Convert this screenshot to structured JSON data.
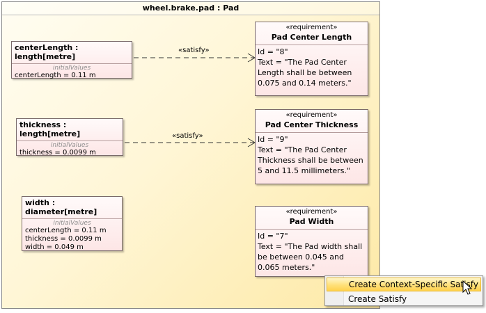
{
  "frame": {
    "title": "wheel.brake.pad : Pad"
  },
  "parts": [
    {
      "title": "centerLength : length[metre]",
      "sub": "initialValues",
      "values": [
        "centerLength = 0.11 m"
      ]
    },
    {
      "title": "thickness : length[metre]",
      "sub": "initialValues",
      "values": [
        "thickness = 0.0099 m"
      ]
    },
    {
      "title": "width : diameter[metre]",
      "sub": "initialValues",
      "values": [
        "centerLength = 0.11 m",
        "thickness = 0.0099 m",
        "width = 0.049 m"
      ]
    }
  ],
  "requirements": [
    {
      "stereotype": "«requirement»",
      "name": "Pad Center Length",
      "lines": [
        "Id = \"8\"",
        "Text = \"The Pad Center",
        "Length shall be between",
        "0.075 and 0.14 meters.\""
      ]
    },
    {
      "stereotype": "«requirement»",
      "name": "Pad Center Thickness",
      "lines": [
        "Id = \"9\"",
        "Text = \"The Pad Center",
        "Thickness shall be between",
        "5 and 11.5 millimeters.\""
      ]
    },
    {
      "stereotype": "«requirement»",
      "name": "Pad Width",
      "lines": [
        "Id = \"7\"",
        "Text = \"The Pad width shall",
        "be between 0.045 and",
        "0.065 meters.\""
      ]
    }
  ],
  "connectors": [
    {
      "label": "«satisfy»"
    },
    {
      "label": "«satisfy»"
    }
  ],
  "context_menu": {
    "items": [
      "Create Context-Specific Satisfy",
      "Create Satisfy"
    ]
  }
}
